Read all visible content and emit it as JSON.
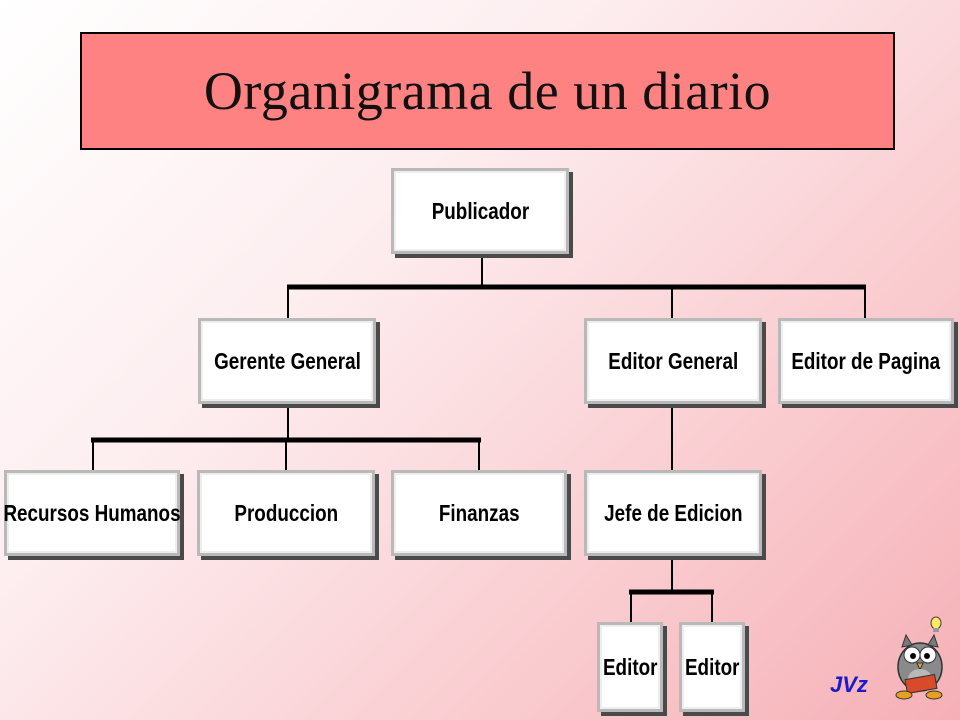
{
  "title": "Organigrama de un diario",
  "nodes": {
    "publicador": "Publicador",
    "gerente_general": "Gerente General",
    "editor_general": "Editor General",
    "editor_pagina": "Editor de Pagina",
    "recursos_humanos": "Recursos Humanos",
    "produccion": "Produccion",
    "finanzas": "Finanzas",
    "jefe_edicion": "Jefe de Edicion",
    "editor_1": "Editor",
    "editor_2": "Editor"
  },
  "signature": "JVz",
  "colors": {
    "title_bg": "#ff8282",
    "signature": "#1a1ad0"
  },
  "icons": [
    "owl-mascot-icon"
  ]
}
